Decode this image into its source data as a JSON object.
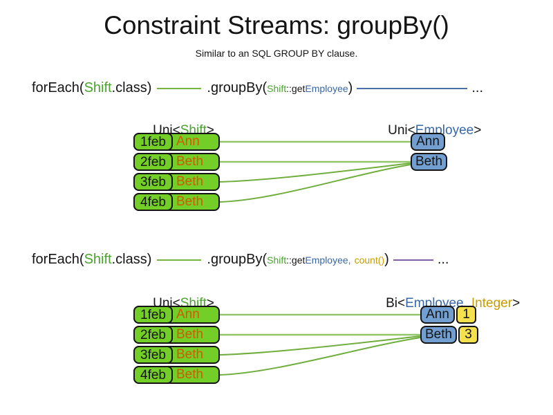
{
  "title": "Constraint Streams: groupBy()",
  "subtitle": "Similar to an SQL GROUP BY clause.",
  "colors": {
    "shift_box_green": "#73CE27",
    "employee_box_blue": "#729FCF",
    "integer_box_yellow": "#F5E04E",
    "code_green": "#47A42B",
    "code_blue": "#3767A8",
    "code_gold": "#C79C00",
    "shift_name_orange": "#CE5C00",
    "wire_green_light": "#92C468",
    "wire_green": "#6FAE3C",
    "wire_blue": "#4A6FA5",
    "wire_purple": "#7E5FA4"
  },
  "section1": {
    "code": {
      "foreach": "forEach(",
      "shift_class": "Shift",
      "class_close": ".class)",
      "groupby": ".groupBy(",
      "arg_shift": "Shift",
      "arg_method": "::get",
      "arg_employee": "Employee",
      "close_paren": ")",
      "ellipsis": "..."
    },
    "left_label": {
      "pre": "Uni<",
      "type": "Shift",
      "post": ">"
    },
    "right_label": {
      "pre": "Uni<",
      "type": "Employee",
      "post": ">"
    },
    "rows": [
      {
        "date": "1feb",
        "name": "Ann"
      },
      {
        "date": "2feb",
        "name": "Beth"
      },
      {
        "date": "3feb",
        "name": "Beth"
      },
      {
        "date": "4feb",
        "name": "Beth"
      }
    ],
    "groups": [
      {
        "name": "Ann"
      },
      {
        "name": "Beth"
      }
    ]
  },
  "section2": {
    "code": {
      "foreach": "forEach(",
      "shift_class": "Shift",
      "class_close": ".class)",
      "groupby": ".groupBy(",
      "arg_shift": "Shift",
      "arg_method": "::get",
      "arg_employee": "Employee",
      "arg_comma": ",",
      "arg_count": "count()",
      "close_paren": ")",
      "ellipsis": "..."
    },
    "left_label": {
      "pre": "Uni<",
      "type": "Shift",
      "post": ">"
    },
    "right_label": {
      "pre": "Bi<",
      "type1": "Employee",
      "comma": ",",
      "type2": "Integer",
      "post": ">"
    },
    "rows": [
      {
        "date": "1feb",
        "name": "Ann"
      },
      {
        "date": "2feb",
        "name": "Beth"
      },
      {
        "date": "3feb",
        "name": "Beth"
      },
      {
        "date": "4feb",
        "name": "Beth"
      }
    ],
    "groups": [
      {
        "name": "Ann",
        "count": "1"
      },
      {
        "name": "Beth",
        "count": "3"
      }
    ]
  }
}
